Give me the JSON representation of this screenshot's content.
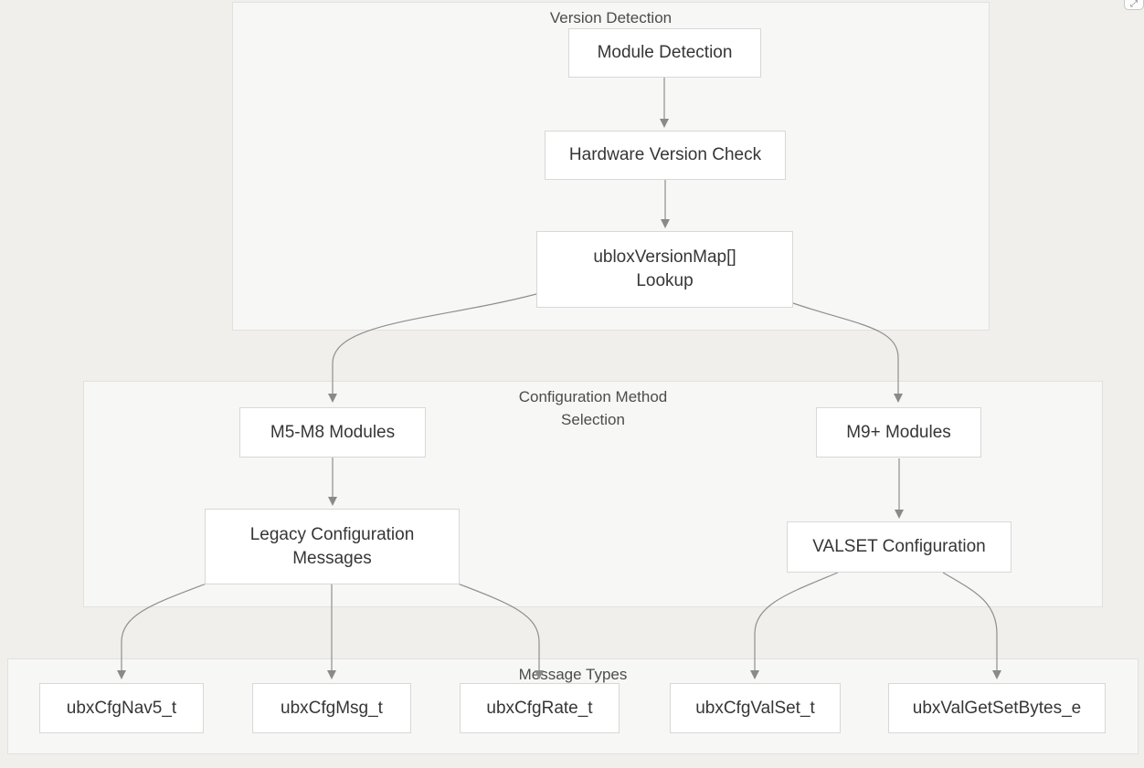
{
  "diagram": {
    "type": "flowchart",
    "direction": "top-down",
    "clusters": [
      {
        "id": "version-detection",
        "title": "Version Detection"
      },
      {
        "id": "configuration-method-selection",
        "title": "Configuration Method\nSelection"
      },
      {
        "id": "message-types",
        "title": "Message Types"
      }
    ],
    "nodes": [
      {
        "id": "module-detection",
        "cluster": "version-detection",
        "label": "Module Detection"
      },
      {
        "id": "hardware-version-check",
        "cluster": "version-detection",
        "label": "Hardware Version Check"
      },
      {
        "id": "ublox-version-map-lookup",
        "cluster": "version-detection",
        "label": "ubloxVersionMap[]\nLookup"
      },
      {
        "id": "m5-m8-modules",
        "cluster": "configuration-method-selection",
        "label": "M5-M8 Modules"
      },
      {
        "id": "m9-plus-modules",
        "cluster": "configuration-method-selection",
        "label": "M9+ Modules"
      },
      {
        "id": "legacy-configuration-messages",
        "cluster": "configuration-method-selection",
        "label": "Legacy Configuration\nMessages"
      },
      {
        "id": "valset-configuration",
        "cluster": "configuration-method-selection",
        "label": "VALSET Configuration"
      },
      {
        "id": "ubx-cfg-nav5-t",
        "cluster": "message-types",
        "label": "ubxCfgNav5_t"
      },
      {
        "id": "ubx-cfg-msg-t",
        "cluster": "message-types",
        "label": "ubxCfgMsg_t"
      },
      {
        "id": "ubx-cfg-rate-t",
        "cluster": "message-types",
        "label": "ubxCfgRate_t"
      },
      {
        "id": "ubx-cfg-valset-t",
        "cluster": "message-types",
        "label": "ubxCfgValSet_t"
      },
      {
        "id": "ubx-val-getset-bytes-e",
        "cluster": "message-types",
        "label": "ubxValGetSetBytes_e"
      }
    ],
    "edges": [
      {
        "from": "module-detection",
        "to": "hardware-version-check"
      },
      {
        "from": "hardware-version-check",
        "to": "ublox-version-map-lookup"
      },
      {
        "from": "ublox-version-map-lookup",
        "to": "m5-m8-modules"
      },
      {
        "from": "ublox-version-map-lookup",
        "to": "m9-plus-modules"
      },
      {
        "from": "m5-m8-modules",
        "to": "legacy-configuration-messages"
      },
      {
        "from": "m9-plus-modules",
        "to": "valset-configuration"
      },
      {
        "from": "legacy-configuration-messages",
        "to": "ubx-cfg-nav5-t"
      },
      {
        "from": "legacy-configuration-messages",
        "to": "ubx-cfg-msg-t"
      },
      {
        "from": "legacy-configuration-messages",
        "to": "ubx-cfg-rate-t"
      },
      {
        "from": "valset-configuration",
        "to": "ubx-cfg-valset-t"
      },
      {
        "from": "valset-configuration",
        "to": "ubx-val-getset-bytes-e"
      }
    ]
  },
  "corner_control": {
    "icon": "expand-icon",
    "glyph": "⤢"
  },
  "colors": {
    "canvas_bg": "#f0efec",
    "cluster_bg": "#f7f7f5",
    "cluster_border": "#e1e1e0",
    "cluster_title_text": "#4c4c4c",
    "node_bg": "#ffffff",
    "node_border": "#d8d8d8",
    "node_text": "#363636",
    "edge_stroke": "#8f8f8f"
  }
}
